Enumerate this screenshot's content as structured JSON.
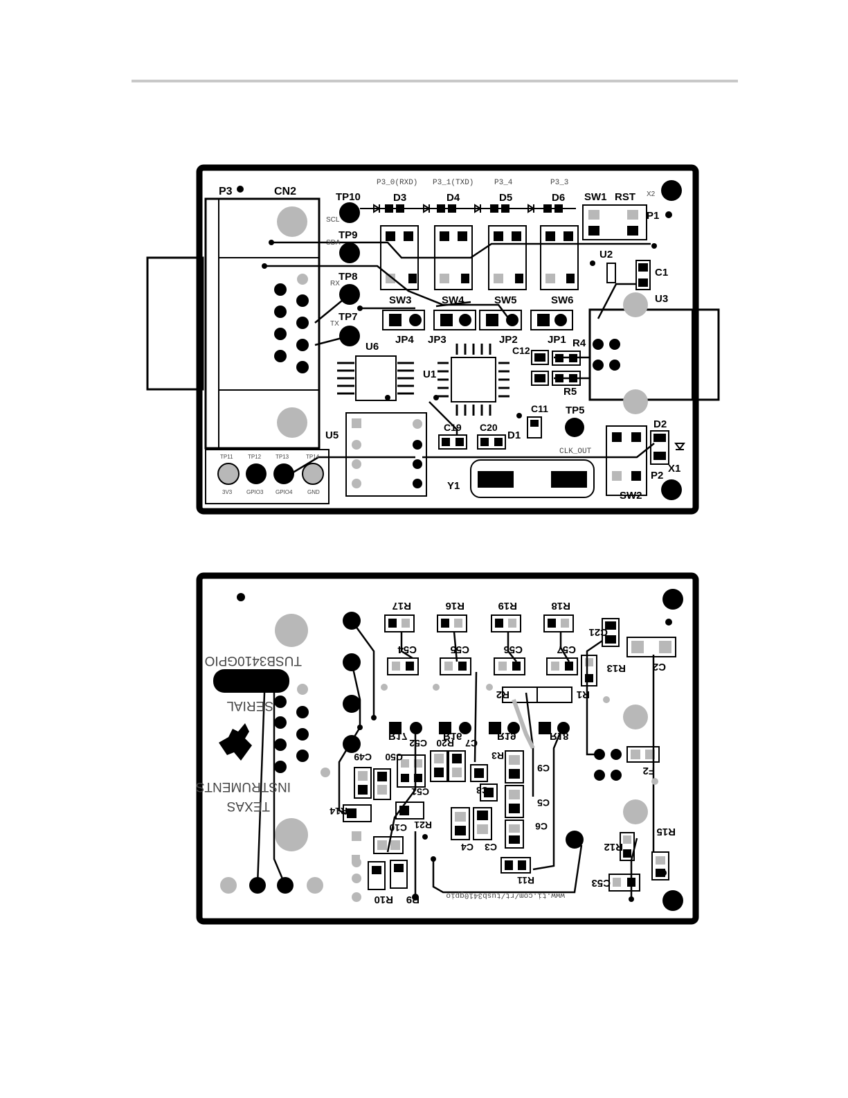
{
  "top_layer": {
    "labels": {
      "p3": "P3",
      "cn2": "CN2",
      "tp10": "TP10",
      "tp9": "TP9",
      "tp8": "TP8",
      "tp7": "TP7",
      "scl": "SCL",
      "sda": "SDA",
      "rx": "RX",
      "tx": "TX",
      "led_p3_0": "P3_0(RXD)",
      "led_p3_1": "P3_1(TXD)",
      "led_p3_4": "P3_4",
      "led_p3_3": "P3_3",
      "d3": "D3",
      "d4": "D4",
      "d5": "D5",
      "d6": "D6",
      "sw1": "SW1",
      "rst": "RST",
      "x2": "X2",
      "p1": "P1",
      "u2": "U2",
      "c1": "C1",
      "u3": "U3",
      "sw3": "SW3",
      "sw4": "SW4",
      "sw5": "SW5",
      "sw6": "SW6",
      "jp4": "JP4",
      "jp3": "JP3",
      "jp2": "JP2",
      "jp1": "JP1",
      "u6": "U6",
      "u1": "U1",
      "c12": "C12",
      "r4": "R4",
      "r5": "R5",
      "c11": "C11",
      "tp5": "TP5",
      "d1": "D1",
      "c19": "C19",
      "c20": "C20",
      "clk_out": "CLK_OUT",
      "u5": "U5",
      "y1": "Y1",
      "d2": "D2",
      "x1": "X1",
      "p2": "P2",
      "sw2": "SW2",
      "tp11": "TP11",
      "tp12": "TP12",
      "tp13": "TP13",
      "tp14": "TP14",
      "v3v3": "3V3",
      "gpio3": "GPIO3",
      "gpio4": "GPIO4",
      "gnd": "GND"
    }
  },
  "bottom_layer": {
    "labels": {
      "r17": "R17",
      "r16": "R16",
      "r19": "R19",
      "r18": "R18",
      "c54": "C54",
      "c55": "C55",
      "c56": "C56",
      "c57": "C57",
      "c21": "C21",
      "r13": "R13",
      "c2": "C2",
      "r1": "R1",
      "r2": "R2",
      "product": "TUSB3410GPIO",
      "serial": "SERIAL",
      "company_1": "INSTRUMENTS",
      "company_2": "TEXAS",
      "c49": "C49",
      "c50": "C50",
      "c52": "C52",
      "r20": "R20",
      "c7": "C7",
      "r3": "R3",
      "c8": "C8",
      "c9": "C9",
      "c5": "C5",
      "c6": "C6",
      "c51": "C51",
      "r14": "R14",
      "c10": "C10",
      "r21": "R21",
      "c3": "C3",
      "c4": "C4",
      "f2": "F2",
      "r11": "R11",
      "r12": "R12",
      "r15": "R15",
      "c53": "C53",
      "r10": "R10",
      "r9": "R9",
      "url": "www.ti.com/rt/tusb3410gpio"
    }
  }
}
